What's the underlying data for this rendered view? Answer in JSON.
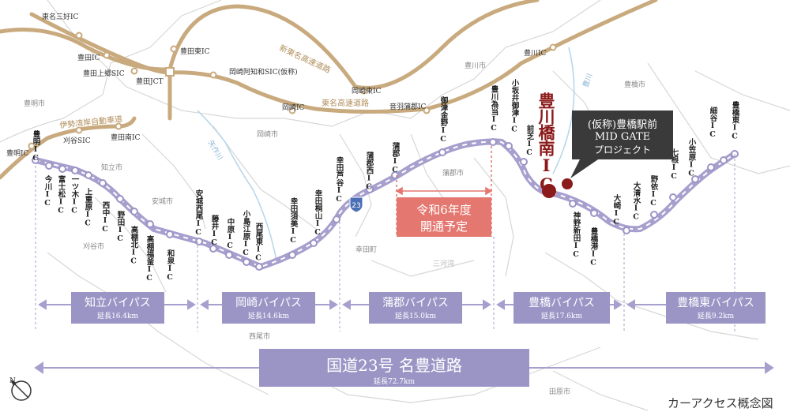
{
  "colors": {
    "expressway": "#c8aa7e",
    "route23": "#a79fcd",
    "route23_dark": "#9b95c6",
    "station_red": "#8b1a1a",
    "callout_bg": "#3a3a3a",
    "highlight_bg": "#e4776f",
    "terrain": "#d7d7d7"
  },
  "expressway_labels": {
    "shin_tomei": "新東名高速道路",
    "tomei": "東名高速道路",
    "isewangan": "伊勢湾岸自動車道"
  },
  "expressway_ics": {
    "tomei_miyoshi": "東名三好IC",
    "toyota": "豊田IC",
    "toyota_kamigo": "豊田上郷SIC",
    "toyota_jct": "豊田JCT",
    "toyota_higashi": "豊田東IC",
    "okazaki_achi": "岡崎阿知和SIC(仮称)",
    "okazaki_higashi": "岡崎東IC",
    "okazaki": "岡崎IC",
    "otowa_gamagori": "音羽蒲郡IC",
    "toyokawa": "豊川IC",
    "toyota_minami": "豊田南IC",
    "kariya": "刈谷SIC",
    "toyoake_left": "豊明IC"
  },
  "cities": {
    "toyoake": "豊明市",
    "chiryu": "知立市",
    "anjo": "安城市",
    "kariya": "刈谷市",
    "okazaki": "岡崎市",
    "gamagori": "蒲郡市",
    "kota": "幸田町",
    "toyokawa": "豊川市",
    "toyohashi": "豊橋市",
    "nishio": "西尾市",
    "tahara": "田原市",
    "mikawa_bay": "三河湾",
    "yahagi_river": "矢作川",
    "toyo_river": "豊川"
  },
  "route23_ics": [
    "豊明IC",
    "今川IC",
    "富士松IC",
    "一ツ木IC",
    "上重原IC",
    "西中IC",
    "野田IC",
    "高棚北IC",
    "高棚福釜IC",
    "和泉IC",
    "安城西尾IC",
    "藤井IC",
    "中原IC",
    "小島江原IC",
    "西尾東IC",
    "幸田須美IC",
    "幸田桐山IC",
    "幸田芦谷IC",
    "蒲郡西IC",
    "蒲郡IC",
    "御津金野IC",
    "豊川為当IC",
    "小坂井御津IC",
    "前芝IC",
    "神野新田IC",
    "豊橋港IC",
    "大崎IC",
    "大清水IC",
    "野依IC",
    "七根IC",
    "小笠原IC",
    "細谷IC",
    "豊橋東IC"
  ],
  "route_shield": "23",
  "featured_ic": "豊川橋南IC",
  "callout": {
    "line1": "(仮称)豊橋駅前",
    "line2": "MID GATE",
    "line3": "プロジェクト"
  },
  "opening_plan": {
    "line1": "令和6年度",
    "line2": "開通予定"
  },
  "bypasses": [
    {
      "name": "知立バイパス",
      "length": "延長16.4km"
    },
    {
      "name": "岡崎バイパス",
      "length": "延長14.6km"
    },
    {
      "name": "蒲郡バイパス",
      "length": "延長15.0km"
    },
    {
      "name": "豊橋バイパス",
      "length": "延長17.6km"
    },
    {
      "name": "豊橋東バイパス",
      "length": "延長9.2km"
    }
  ],
  "total": {
    "name": "国道23号 名豊道路",
    "length": "延長72.7km"
  },
  "compass_label": "N",
  "map_title": "カーアクセス概念図"
}
